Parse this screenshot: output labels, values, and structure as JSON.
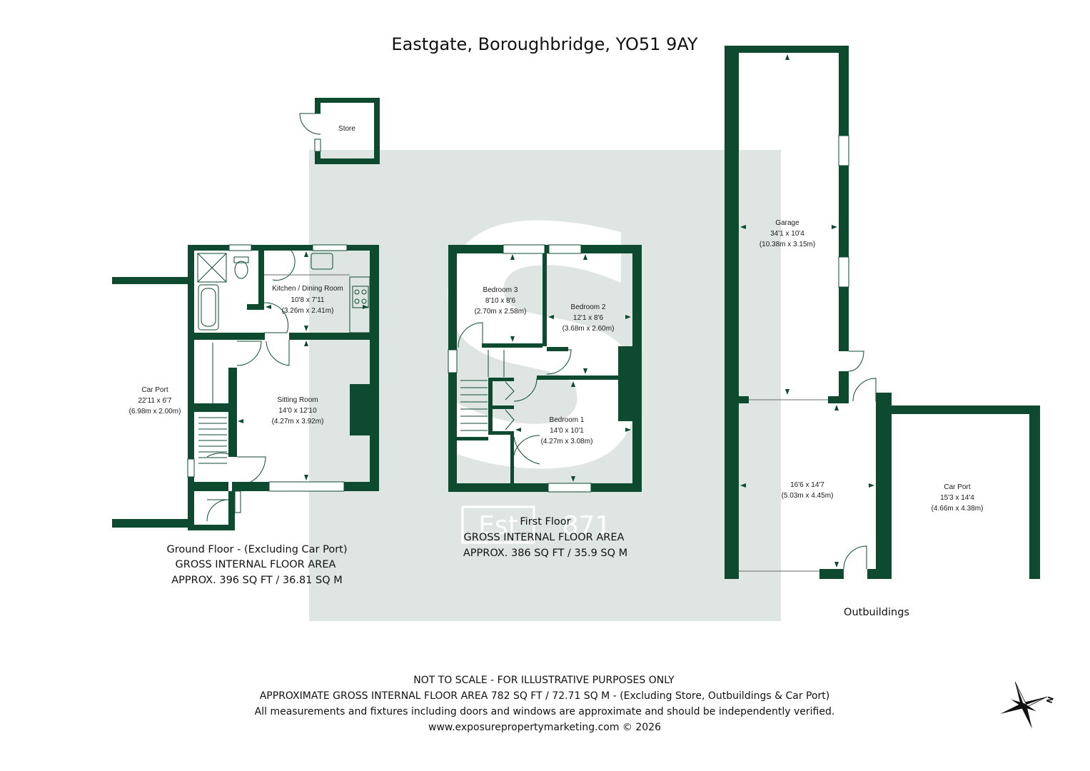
{
  "title": "Eastgate, Boroughbridge, YO51 9AY",
  "watermark": {
    "est_text": "Est",
    "year_text": "871",
    "letter": "S"
  },
  "rooms": {
    "store": {
      "name": "Store"
    },
    "kitchen": {
      "name": "Kitchen / Dining Room",
      "imperial": "10'8 x 7'11",
      "metric": "(3.26m x 2.41m)"
    },
    "sitting": {
      "name": "Sitting Room",
      "imperial": "14'0 x 12'10",
      "metric": "(4.27m x 3.92m)"
    },
    "carport_left": {
      "name": "Car Port",
      "imperial": "22'11 x 6'7",
      "metric": "(6.98m x 2.00m)"
    },
    "bedroom3": {
      "name": "Bedroom 3",
      "imperial": "8'10 x 8'6",
      "metric": "(2.70m x 2.58m)"
    },
    "bedroom2": {
      "name": "Bedroom 2",
      "imperial": "12'1 x 8'6",
      "metric": "(3.68m x 2.60m)"
    },
    "bedroom1": {
      "name": "Bedroom 1",
      "imperial": "14'0 x 10'1",
      "metric": "(4.27m x 3.08m)"
    },
    "garage": {
      "name": "Garage",
      "imperial": "34'1 x 10'4",
      "metric": "(10.38m x 3.15m)"
    },
    "outbuilding_room": {
      "imperial": "16'6 x 14'7",
      "metric": "(5.03m x 4.45m)"
    },
    "carport_right": {
      "name": "Car Port",
      "imperial": "15'3 x 14'4",
      "metric": "(4.66m x 4.38m)"
    }
  },
  "captions": {
    "ground": [
      "Ground Floor - (Excluding Car Port)",
      "GROSS INTERNAL FLOOR AREA",
      "APPROX. 396 SQ FT / 36.81 SQ M"
    ],
    "first": [
      "First Floor",
      "GROSS INTERNAL FLOOR AREA",
      "APPROX. 386 SQ FT / 35.9 SQ M"
    ],
    "outbuildings": "Outbuildings"
  },
  "footer": [
    "NOT TO SCALE - FOR ILLUSTRATIVE PURPOSES ONLY",
    "APPROXIMATE GROSS INTERNAL FLOOR AREA 782 SQ FT / 72.71 SQ M - (Excluding Store, Outbuildings & Car Port)",
    "All measurements and fixtures including doors and windows are approximate and should be independently verified.",
    "www.exposurepropertymarketing.com © 2026"
  ],
  "compass": {
    "label": "N"
  },
  "colors": {
    "wall": "#0d4a30",
    "watermark": "#dfe5e2"
  }
}
